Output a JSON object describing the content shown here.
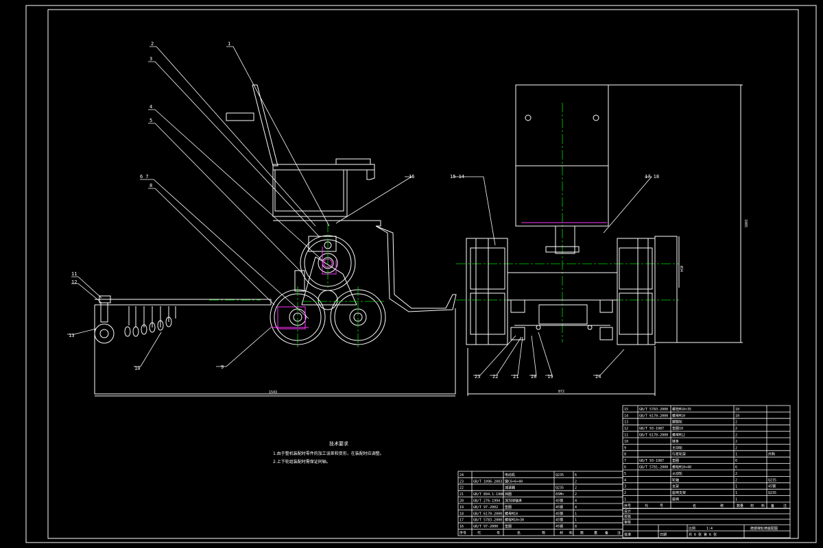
{
  "callouts": {
    "n1": "1",
    "n2": "2",
    "n3": "3",
    "n4": "4",
    "n5": "5",
    "n67": "6  7",
    "n8": "8",
    "n9": "9",
    "n10": "10",
    "n11": "11",
    "n12": "12",
    "n13": "13",
    "n1514": "15 14",
    "n16": "16",
    "n1718": "17  18",
    "n19": "19",
    "n20": "20",
    "n21": "21",
    "n22": "22",
    "n23": "23",
    "n24": "24"
  },
  "dimensions": {
    "left_width": "1543",
    "right_width": "872",
    "height": "1085",
    "wheel": "Ø34"
  },
  "notes": {
    "title": "技术要求",
    "line1": "1.由于整机装配时零件的加工误差和变形，在装配时应调整。",
    "line2": "2.上下轮组装配时需保证同轴。"
  },
  "bom_right": [
    [
      "15",
      "GB/T 5783-2000",
      "螺栓M10×35",
      "10",
      ""
    ],
    [
      "14",
      "GB/T 6170-2000",
      "螺母M10",
      "10",
      ""
    ],
    [
      "13",
      "",
      "脚踏轮",
      "2",
      ""
    ],
    [
      "12",
      "GB/T 93-1987",
      "垫圈10",
      "2",
      ""
    ],
    [
      "11",
      "GB/T 6170-2000",
      "螺母M12",
      "2",
      ""
    ],
    [
      "10",
      "",
      "链条",
      "2",
      ""
    ],
    [
      "9",
      "",
      "主动轮",
      "2",
      ""
    ],
    [
      "8",
      "",
      "行星轮架",
      "1",
      "外购"
    ],
    [
      "7",
      "GB/T 93-1987",
      "垫圈",
      "6",
      ""
    ],
    [
      "6",
      "GB/T 5781-2000",
      "螺栓M10×40",
      "6",
      ""
    ],
    [
      "5",
      "",
      "从动轮",
      "2",
      ""
    ],
    [
      "4",
      "",
      "轮轴",
      "2",
      "Q235"
    ],
    [
      "3",
      "",
      "支架",
      "1",
      "45钢"
    ],
    [
      "2",
      "",
      "座椅支架",
      "1",
      "Q235"
    ],
    [
      "1",
      "",
      "座椅",
      "1",
      ""
    ]
  ],
  "bom_left": [
    [
      "24",
      "",
      "电动机",
      "Q235",
      "6"
    ],
    [
      "23",
      "GB/T 1096-2003",
      "键C6×6×40",
      "",
      "2"
    ],
    [
      "22",
      "",
      "减速器",
      "Q235",
      "2"
    ],
    [
      "21",
      "GB/T 894.1-1986",
      "挡圈",
      "65Mn",
      "2"
    ],
    [
      "20",
      "GB/T 276-1994",
      "深沟球轴承",
      "45钢",
      "4"
    ],
    [
      "19",
      "GB/T 97-2002",
      "垫圈",
      "45钢",
      "4"
    ],
    [
      "18",
      "GB/T 6170-2000",
      "螺母M10",
      "45钢",
      "1"
    ],
    [
      "17",
      "GB/T 5783-2000",
      "螺栓M10×30",
      "45钢",
      "1"
    ],
    [
      "16",
      "GB/T 97-2000",
      "垫圈",
      "45钢",
      "8"
    ]
  ],
  "bom_header_left": {
    "seq": "序号",
    "code": "代",
    "code2": "号",
    "name": "名",
    "name2": "称",
    "qty": "数",
    "qty2": "量",
    "mat": "材",
    "mat2": "料",
    "note": "备",
    "note2": "注"
  },
  "bom_header_right": {
    "seq": "序号",
    "code": "代",
    "code2": "号",
    "name": "名",
    "name2": "称",
    "qty": "数量",
    "mat": "材",
    "mat2": "料",
    "note": "备",
    "note2": "注"
  },
  "title_block": {
    "design": "设计",
    "check": "校核",
    "audit": "审核",
    "approve": "批准",
    "scale_label": "比例",
    "scale": "1:4",
    "drawing_name": "爬楼梯轮椅装配图",
    "sheet": "共 6 张  第 6 张",
    "date": "日期"
  }
}
